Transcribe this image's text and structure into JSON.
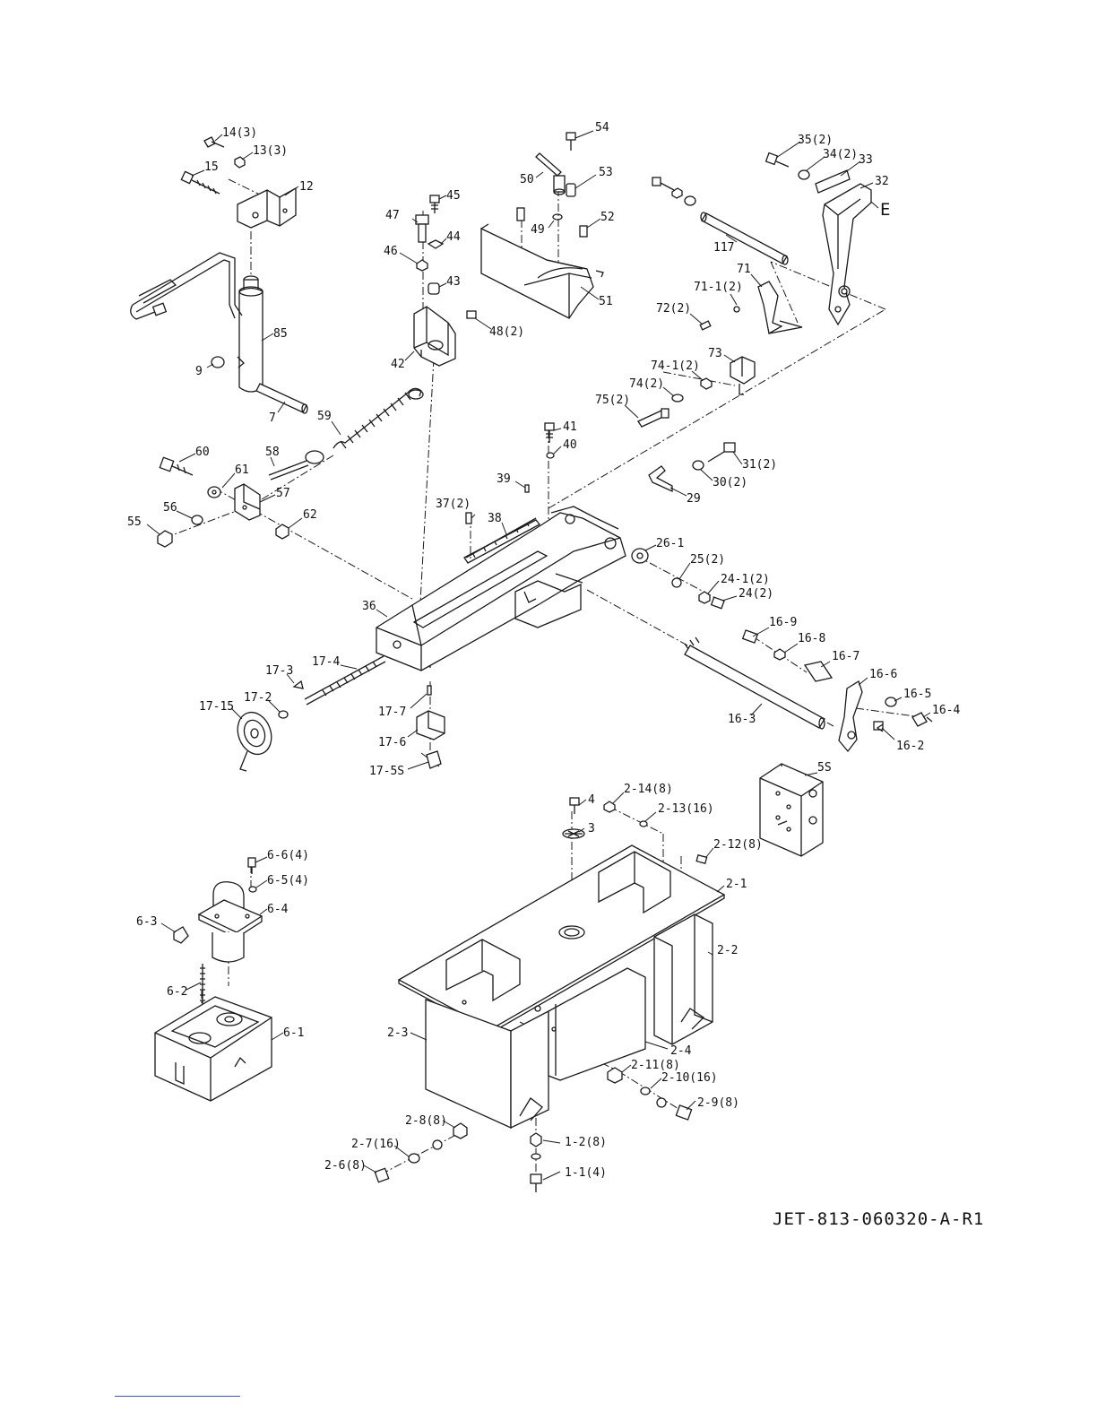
{
  "document_id": "JET-813-060320-A-R1",
  "callouts": {
    "c14_3": "14(3)",
    "c13_3": "13(3)",
    "c15": "15",
    "c12": "12",
    "c85": "85",
    "c9": "9",
    "c7": "7",
    "c47": "47",
    "c45": "45",
    "c44": "44",
    "c46": "46",
    "c43": "43",
    "c42": "42",
    "c54": "54",
    "c50": "50",
    "c53": "53",
    "c49": "49",
    "c52": "52",
    "c51": "51",
    "c48_2": "48(2)",
    "c35_2": "35(2)",
    "c34_2": "34(2)",
    "c33": "33",
    "c32": "32",
    "cE": "E",
    "c117": "117",
    "c71": "71",
    "c71_1_2": "71-1(2)",
    "c72_2": "72(2)",
    "c73": "73",
    "c74_1_2": "74-1(2)",
    "c74_2": "74(2)",
    "c75_2": "75(2)",
    "c59": "59",
    "c60": "60",
    "c58": "58",
    "c61": "61",
    "c57": "57",
    "c56": "56",
    "c55": "55",
    "c62": "62",
    "c41": "41",
    "c40": "40",
    "c39": "39",
    "c37_2": "37(2)",
    "c38": "38",
    "c31_2": "31(2)",
    "c30_2": "30(2)",
    "c29": "29",
    "c26_1": "26-1",
    "c25_2": "25(2)",
    "c24_1_2": "24-1(2)",
    "c24_2": "24(2)",
    "c36": "36",
    "c17_4": "17-4",
    "c17_3": "17-3",
    "c17_2": "17-2",
    "c17_15": "17-15",
    "c17_7": "17-7",
    "c17_6": "17-6",
    "c17_5s": "17-5S",
    "c16_9": "16-9",
    "c16_8": "16-8",
    "c16_7": "16-7",
    "c16_6": "16-6",
    "c16_5": "16-5",
    "c16_4": "16-4",
    "c16_3": "16-3",
    "c16_2": "16-2",
    "c5s": "5S",
    "c4": "4",
    "c2_14_8": "2-14(8)",
    "c2_13_16": "2-13(16)",
    "c3": "3",
    "c2_12_8": "2-12(8)",
    "c2_1": "2-1",
    "c2_2": "2-2",
    "c6_6_4": "6-6(4)",
    "c6_5_4": "6-5(4)",
    "c6_4": "6-4",
    "c6_3": "6-3",
    "c6_2": "6-2",
    "c6_1": "6-1",
    "c2_3": "2-3",
    "c2_4": "2-4",
    "c2_11_8": "2-11(8)",
    "c2_10_16": "2-10(16)",
    "c2_9_8": "2-9(8)",
    "c2_8_8": "2-8(8)",
    "c2_7_16": "2-7(16)",
    "c1_2_8": "1-2(8)",
    "c2_6_8": "2-6(8)",
    "c1_1_4": "1-1(4)"
  }
}
